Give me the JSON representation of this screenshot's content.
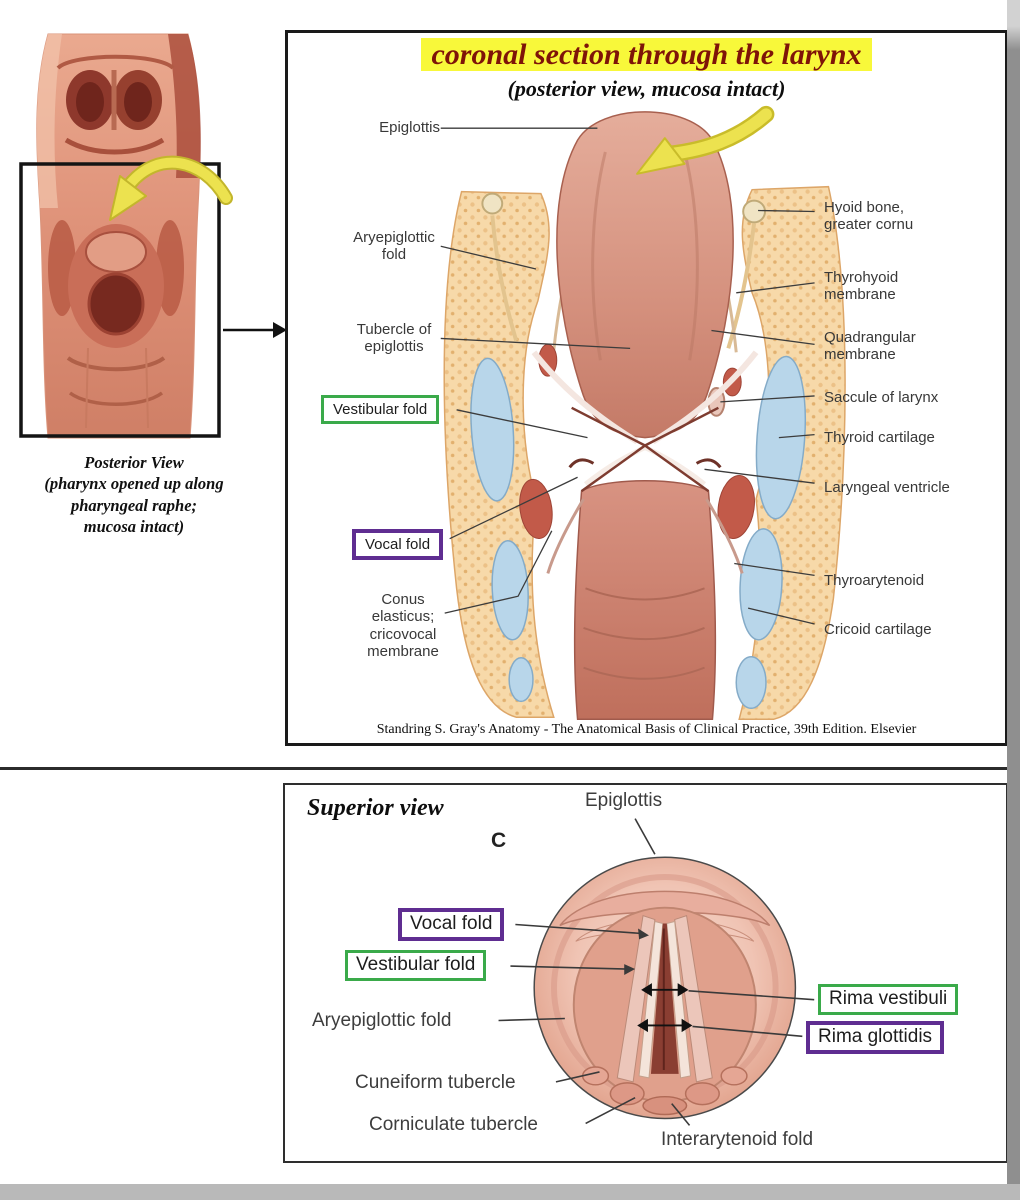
{
  "colors": {
    "highlight_yellow": "#f8f83a",
    "title_red": "#7e1408",
    "green_box": "#3aaa4a",
    "purple_box": "#5f2d91",
    "arrow_yellow": "#ece24f"
  },
  "left_figure": {
    "caption": [
      "Posterior View",
      "(pharynx opened up along",
      "pharyngeal raphe;",
      "mucosa intact)"
    ]
  },
  "main_panel": {
    "title": "coronal section through the larynx",
    "subtitle": "(posterior view, mucosa intact)",
    "labels_left": [
      "Epiglottis",
      "Aryepiglottic fold",
      "Tubercle of epiglottis",
      "Vestibular fold",
      "Vocal fold",
      "Conus elasticus; cricovocal membrane"
    ],
    "labels_right": [
      "Hyoid bone, greater cornu",
      "Thyrohyoid membrane",
      "Quadrangular membrane",
      "Saccule of larynx",
      "Thyroid cartilage",
      "Laryngeal ventricle",
      "Thyroarytenoid",
      "Cricoid cartilage"
    ],
    "citation": "Standring S. Gray's Anatomy - The Anatomical Basis of Clinical Practice, 39th Edition. Elsevier"
  },
  "bottom_panel": {
    "title": "Superior view",
    "figure_letter": "C",
    "labels": {
      "epiglottis": "Epiglottis",
      "vocal_fold": "Vocal fold",
      "vestibular_fold": "Vestibular fold",
      "aryepiglottic_fold": "Aryepiglottic fold",
      "cuneiform_tubercle": "Cuneiform tubercle",
      "corniculate_tubercle": "Corniculate tubercle",
      "rima_vestibuli": "Rima vestibuli",
      "rima_glottidis": "Rima glottidis",
      "interarytenoid_fold": "Interarytenoid fold"
    }
  },
  "icons": {
    "curved_arrow_left": "curved-yellow-arrow",
    "curved_arrow_main": "curved-yellow-arrow",
    "connector_arrow": "right-arrow",
    "rima_arrows": "double-headed-arrow"
  }
}
